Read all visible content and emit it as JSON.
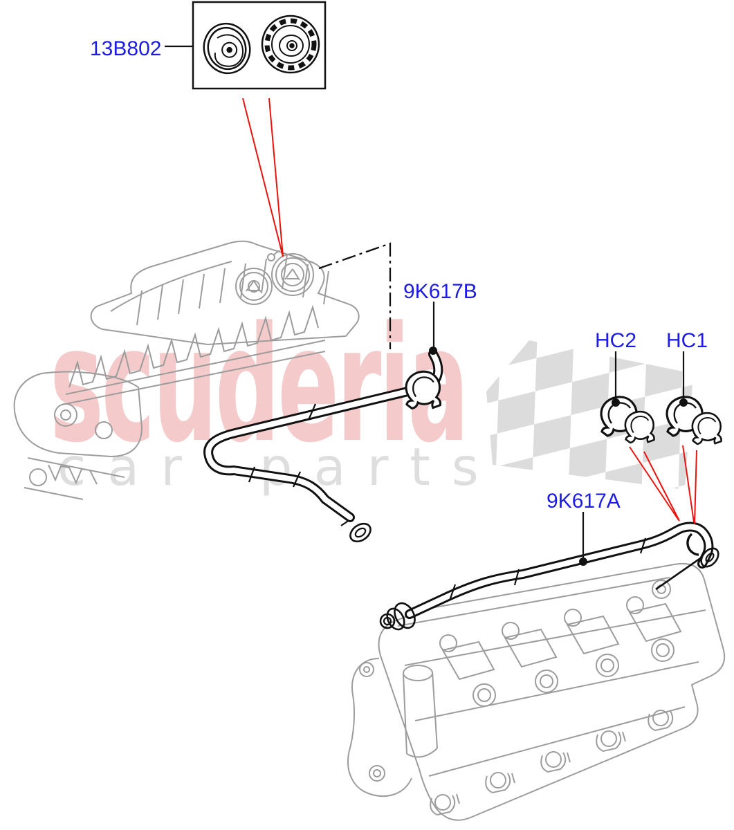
{
  "diagram": {
    "parts": {
      "cap_kit": {
        "label": "13B802"
      },
      "hose_upper": {
        "label": "9K617B"
      },
      "hose_lower": {
        "label": "9K617A"
      },
      "clamp_hc2": {
        "label": "HC2"
      },
      "clamp_hc1": {
        "label": "HC1"
      }
    }
  },
  "watermark": {
    "brand": "scuderia",
    "tagline_word1": "car",
    "tagline_word2": "parts"
  },
  "colors": {
    "part_label_blue": "#1c1ce6",
    "callout_red": "#e8130d",
    "drawing_black": "#111111",
    "engine_line_gray": "#9c9c9c",
    "watermark_pink": "#f5caca",
    "watermark_gray": "#dedede",
    "flag_gray": "#dcdcdc"
  }
}
